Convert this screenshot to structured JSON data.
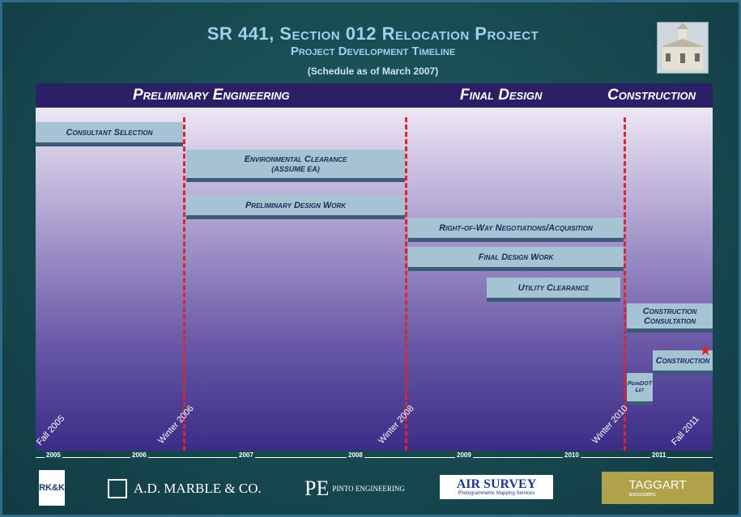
{
  "header": {
    "title": "SR 441, Section 012 Relocation Project",
    "subtitle": "Project Development Timeline",
    "schedule_note": "(Schedule as of March 2007)"
  },
  "phases": [
    "Preliminary Engineering",
    "Final Design",
    "Construction"
  ],
  "tasks": [
    {
      "label": "Consultant Selection",
      "sub": ""
    },
    {
      "label": "Environmental Clearance",
      "sub": "(ASSUME EA)"
    },
    {
      "label": "Preliminary Design Work",
      "sub": ""
    },
    {
      "label": "Right-of-Way Negotiations/Acquisition",
      "sub": ""
    },
    {
      "label": "Final Design Work",
      "sub": ""
    },
    {
      "label": "Utility Clearance",
      "sub": ""
    },
    {
      "label": "Construction Consultation",
      "sub": ""
    },
    {
      "label": "PennDOT Let",
      "sub": ""
    },
    {
      "label": "Construction",
      "sub": ""
    }
  ],
  "milestones": [
    "Fall 2005",
    "Winter 2006",
    "Winter 2008",
    "Winter 2010",
    "Fall 2011"
  ],
  "years": [
    "2005",
    "2006",
    "2007",
    "2008",
    "2009",
    "2010",
    "2011"
  ],
  "logos": {
    "rkk": "RK&K",
    "marble": "A.D. MARBLE & CO.",
    "pinto_mark": "PE",
    "pinto": "PINTO ENGINEERING",
    "airsurvey": "AIR SURVEY",
    "airsurvey_sub": "Photogrammetric Mapping Services",
    "taggart": "TAGGART",
    "taggart_sub": "associates"
  },
  "colors": {
    "dash": "#e0242a",
    "bar": "#a6c3d4",
    "phasebar": "#2b2066"
  }
}
